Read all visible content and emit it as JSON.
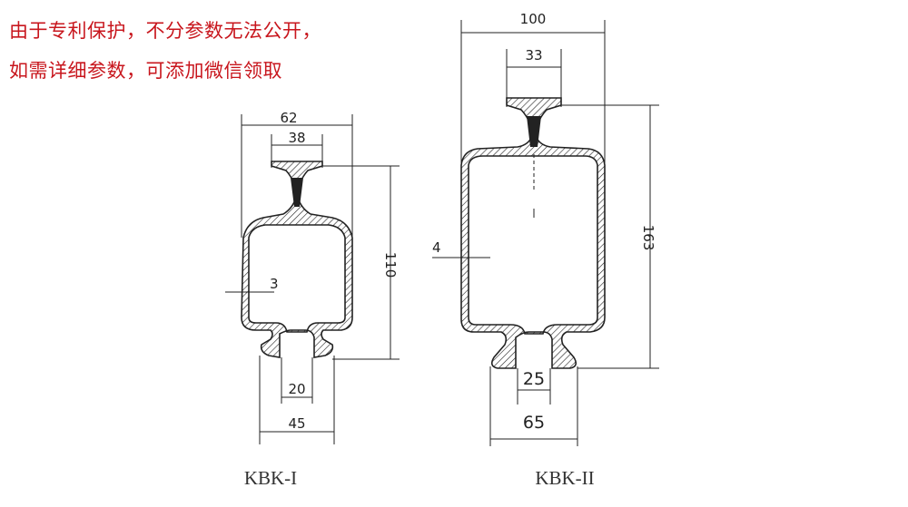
{
  "notice": {
    "line1": "由于专利保护，不分参数无法公开，",
    "line2": "如需详细参数，可添加微信领取"
  },
  "profiles": [
    {
      "model": "KBK-I",
      "dimensions": {
        "overall_width": "62",
        "neck_width": "38",
        "height": "110",
        "wall_thickness": "3",
        "slot_width": "20",
        "bottom_width": "45"
      }
    },
    {
      "model": "KBK-II",
      "dimensions": {
        "overall_width": "100",
        "neck_width": "33",
        "height": "163",
        "wall_thickness": "4",
        "slot_width": "25",
        "bottom_width": "65"
      }
    }
  ],
  "colors": {
    "notice_text": "#c8161d",
    "line": "#222222"
  }
}
